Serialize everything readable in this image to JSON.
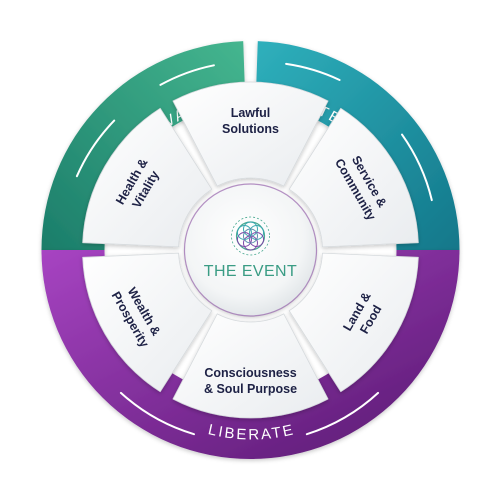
{
  "outer_ring": {
    "activate": {
      "label": "ACTIVATE",
      "color_start": "#2fa98a",
      "color_end": "#1f7f6c"
    },
    "integrate": {
      "label": "INTEGRATE",
      "color_start": "#27a7b3",
      "color_end": "#167d8c"
    },
    "liberate": {
      "label": "LIBERATE",
      "color_start": "#a43fbe",
      "color_end": "#5b1a74"
    }
  },
  "segments": [
    {
      "label_lines": [
        "Lawful",
        "Solutions"
      ]
    },
    {
      "label_lines": [
        "Service &",
        "Community"
      ]
    },
    {
      "label_lines": [
        "Land &",
        "Food"
      ]
    },
    {
      "label_lines": [
        "Consciousness",
        "& Soul Purpose"
      ]
    },
    {
      "label_lines": [
        "Wealth &",
        "Prosperity"
      ]
    },
    {
      "label_lines": [
        "Health &",
        "Vitality"
      ]
    }
  ],
  "center": {
    "title": "THE EVENT",
    "logo_icon": "flower-of-life-icon",
    "title_color": "#3a9c84"
  }
}
